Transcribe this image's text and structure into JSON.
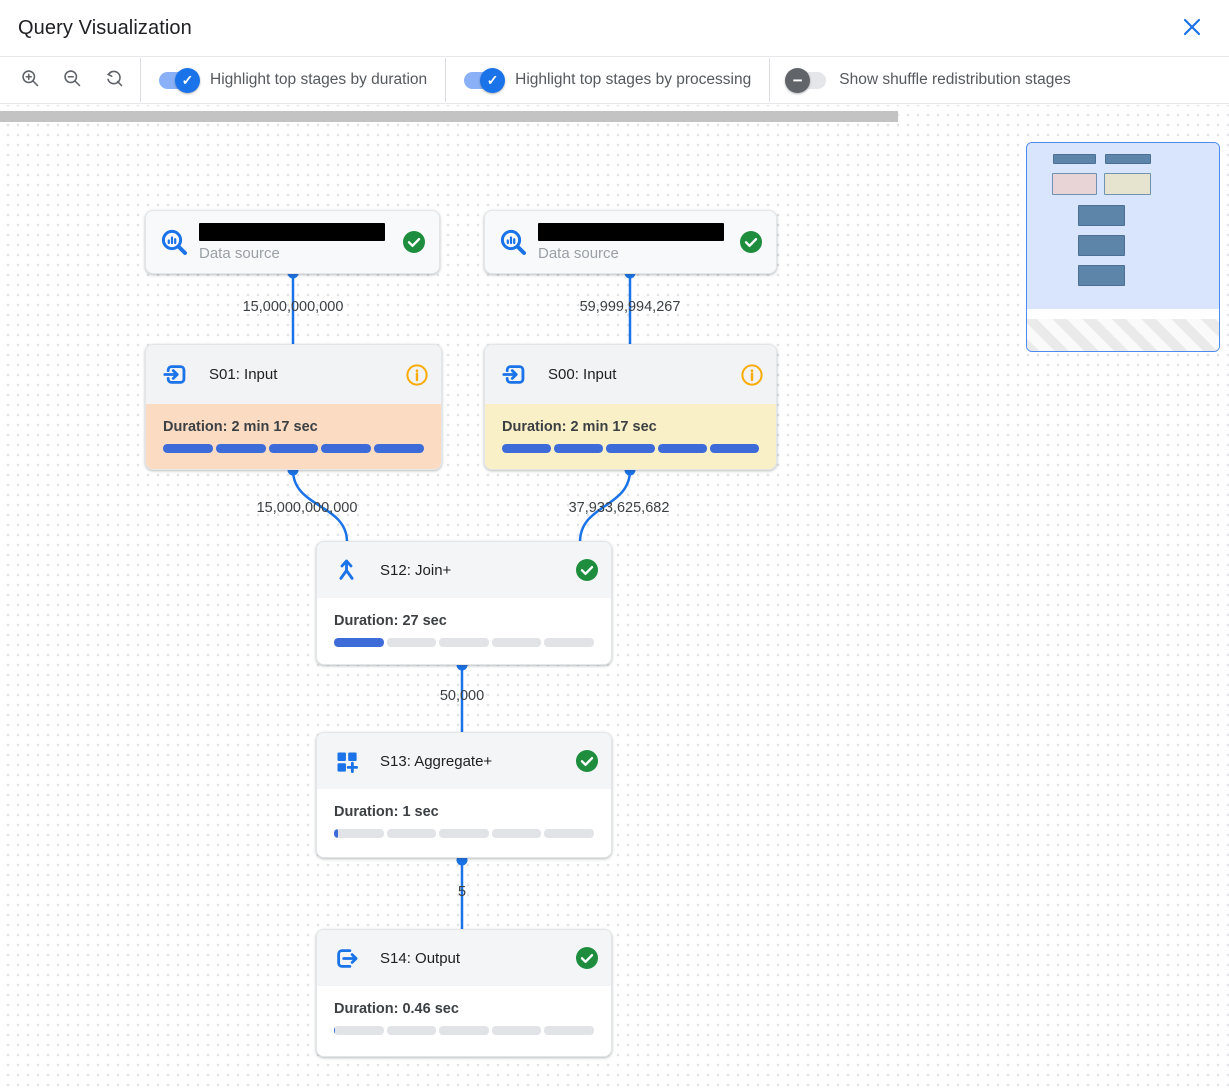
{
  "header": {
    "title": "Query Visualization"
  },
  "toolbar": {
    "zoom_controls": [
      {
        "name": "zoom-in"
      },
      {
        "name": "zoom-out"
      },
      {
        "name": "zoom-reset"
      }
    ],
    "toggles": [
      {
        "label": "Highlight top stages by duration",
        "state": "on"
      },
      {
        "label": "Highlight top stages by processing",
        "state": "on"
      },
      {
        "label": "Show shuffle redistribution stages",
        "state": "off"
      }
    ]
  },
  "canvas": {
    "data_sources": [
      {
        "label": "Data source",
        "status": "completed",
        "name_redacted": true
      },
      {
        "label": "Data source",
        "status": "completed",
        "name_redacted": true
      }
    ],
    "stages": [
      {
        "name": "S01: Input",
        "duration": "Duration: 2 min 17 sec",
        "progress_pct": 100,
        "status": "info",
        "highlight": "duration"
      },
      {
        "name": "S00: Input",
        "duration": "Duration: 2 min 17 sec",
        "progress_pct": 100,
        "status": "info",
        "highlight": "processing"
      },
      {
        "name": "S12: Join+",
        "duration": "Duration: 27 sec",
        "progress_pct": 20,
        "status": "completed",
        "highlight": "none"
      },
      {
        "name": "S13: Aggregate+",
        "duration": "Duration: 1 sec",
        "progress_pct": 1.5,
        "status": "completed",
        "highlight": "none"
      },
      {
        "name": "S14: Output",
        "duration": "Duration: 0.46 sec",
        "progress_pct": 0.5,
        "status": "completed",
        "highlight": "none"
      }
    ],
    "edges": [
      {
        "from": "data-source-1",
        "to": "S01",
        "label": "15,000,000,000"
      },
      {
        "from": "data-source-2",
        "to": "S00",
        "label": "59,999,994,267"
      },
      {
        "from": "S01",
        "to": "S12",
        "label": "15,000,000,000"
      },
      {
        "from": "S00",
        "to": "S12",
        "label": "37,933,625,682"
      },
      {
        "from": "S12",
        "to": "S13",
        "label": "50,000"
      },
      {
        "from": "S13",
        "to": "S14",
        "label": "5"
      }
    ]
  },
  "colors": {
    "accent_blue": "#1a73e8",
    "progress_blue": "#3d6cd8",
    "duration_highlight": "#fbdcc3",
    "processing_highlight": "#faf0c8",
    "success_green": "#1e8e3e",
    "warning_orange": "#f9ab00"
  }
}
